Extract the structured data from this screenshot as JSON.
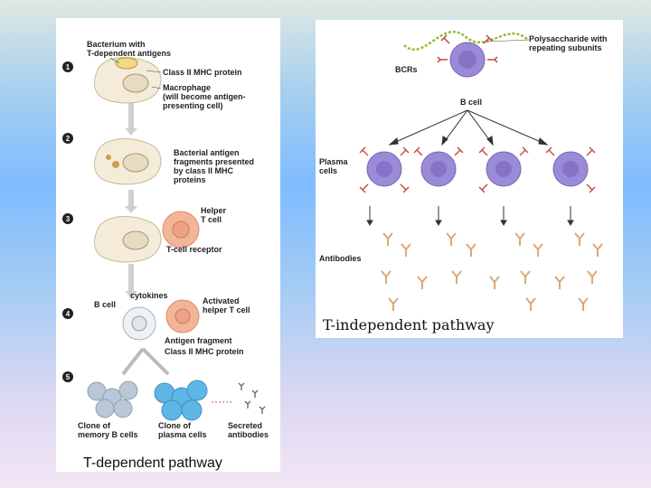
{
  "left": {
    "step_numbers": [
      "1",
      "2",
      "3",
      "4",
      "5"
    ],
    "bacterium_label": [
      "Bacterium with",
      "T-dependent antigens"
    ],
    "mhc_label": "Class II MHC protein",
    "macrophage_label": [
      "Macrophage",
      "(will become antigen-",
      "presenting cell)"
    ],
    "fragments_label": [
      "Bacterial antigen",
      "fragments presented",
      "by class II MHC",
      "proteins"
    ],
    "helper_label": [
      "Helper",
      "T cell"
    ],
    "tcr_label": "T-cell receptor",
    "cytokines_label": "cytokines",
    "bcell_label": "B cell",
    "activated_label": [
      "Activated",
      "helper T cell"
    ],
    "antigen_fragment_label": "Antigen fragment",
    "mhc_label_2": "Class II MHC protein",
    "memory_label": [
      "Clone of",
      "memory B cells"
    ],
    "plasma_label": [
      "Clone of",
      "plasma cells"
    ],
    "secreted_label": [
      "Secreted",
      "antibodies"
    ],
    "caption": "T-dependent pathway"
  },
  "right": {
    "polysaccharide_label": [
      "Polysaccharide with",
      "repeating subunits"
    ],
    "bcrs_label": "BCRs",
    "bcell_label": "B cell",
    "plasma_label": [
      "Plasma",
      "cells"
    ],
    "antibodies_label": "Antibodies",
    "caption": "T-independent pathway"
  },
  "colors": {
    "cell_purple": "#9b8ad6",
    "receptor_red": "#c2473d",
    "antigen_green": "#8fbf2e",
    "antibody_tan": "#d9a87a",
    "tcell_orange": "#f3b598",
    "plasma_blue": "#5fb6e6",
    "memory_gray": "#b9c7d6"
  }
}
